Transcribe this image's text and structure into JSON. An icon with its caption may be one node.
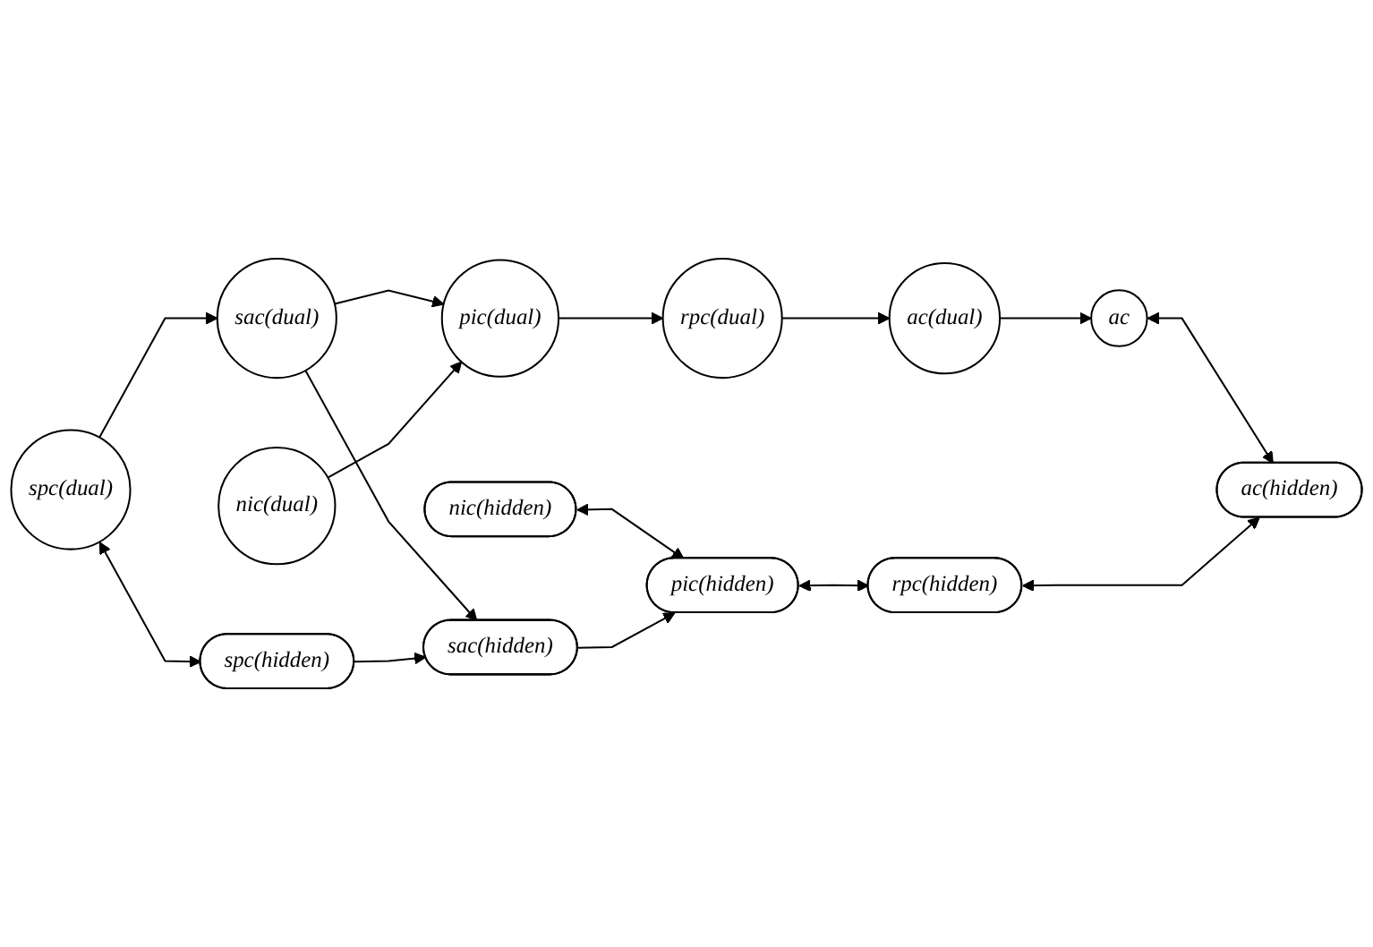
{
  "diagram": {
    "nodes": [
      {
        "text": [
          "spc(dual)"
        ]
      },
      {
        "text": [
          "sac(dual)"
        ]
      },
      {
        "text": [
          "pic(dual)"
        ]
      },
      {
        "text": [
          "rpc(dual)"
        ]
      },
      {
        "text": [
          "ac(dual)"
        ]
      },
      {
        "text": [
          "nic(dual)"
        ]
      },
      {
        "text": [
          "ac"
        ]
      },
      {
        "text": [
          "nic(hidden)"
        ]
      },
      {
        "text": [
          "spc(hidden)"
        ]
      },
      {
        "text": [
          "sac(hidden)"
        ]
      },
      {
        "text": [
          "pic(hidden)"
        ]
      },
      {
        "text": [
          "rpc(hidden)"
        ]
      },
      {
        "text": [
          "ac(hidden)"
        ]
      }
    ],
    "edges": [
      {
        "from": 0,
        "to": 1,
        "arrow": "to"
      },
      {
        "from": 1,
        "to": 2,
        "arrow": "to"
      },
      {
        "from": 2,
        "to": 3,
        "arrow": "to"
      },
      {
        "from": 3,
        "to": 4,
        "arrow": "to"
      },
      {
        "from": 5,
        "to": 2,
        "arrow": "to"
      },
      {
        "from": 4,
        "to": 6,
        "arrow": "to"
      },
      {
        "from": 0,
        "to": 8,
        "arrow": "both"
      },
      {
        "from": 1,
        "to": 9,
        "arrow": "to"
      },
      {
        "from": 6,
        "to": 12,
        "arrow": "both"
      },
      {
        "from": 7,
        "to": 10,
        "arrow": "both"
      },
      {
        "from": 8,
        "to": 9,
        "arrow": "to"
      },
      {
        "from": 9,
        "to": 10,
        "arrow": "to"
      },
      {
        "from": 10,
        "to": 11,
        "arrow": "both"
      },
      {
        "from": 11,
        "to": 12,
        "arrow": "both"
      }
    ]
  }
}
